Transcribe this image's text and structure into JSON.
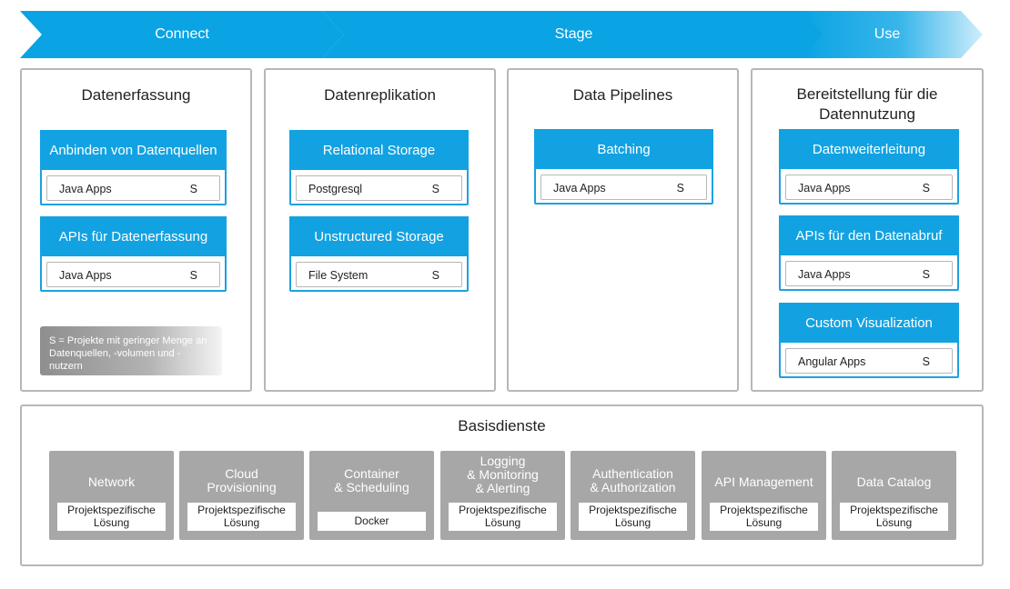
{
  "phases": {
    "connect": "Connect",
    "stage": "Stage",
    "use": "Use"
  },
  "colors": {
    "accent": "#12a2e2",
    "chevron": "#0aa3e3",
    "border": "#b7b7b7",
    "service_gray": "#a7a7a7"
  },
  "panels": {
    "datenerfassung": {
      "title": "Datenerfassung",
      "cards": [
        {
          "header": "Anbinden von Datenquellen",
          "item": "Java Apps",
          "tag": "S"
        },
        {
          "header": "APIs für Datenerfassung",
          "item": "Java Apps",
          "tag": "S"
        }
      ],
      "legend": "S = Projekte mit geringer Menge an Datenquellen, -volumen und -nutzern"
    },
    "datenreplikation": {
      "title": "Datenreplikation",
      "cards": [
        {
          "header": "Relational Storage",
          "item": "Postgresql",
          "tag": "S"
        },
        {
          "header": "Unstructured Storage",
          "item": "File System",
          "tag": "S"
        }
      ]
    },
    "pipelines": {
      "title": "Data Pipelines",
      "cards": [
        {
          "header": "Batching",
          "item": "Java Apps",
          "tag": "S"
        }
      ]
    },
    "bereitstellung": {
      "title_line1": "Bereitstellung für die",
      "title_line2": "Datennutzung",
      "cards": [
        {
          "header": "Datenweiterleitung",
          "item": "Java Apps",
          "tag": "S"
        },
        {
          "header": "APIs für den Datenabruf",
          "item": "Java Apps",
          "tag": "S"
        },
        {
          "header": "Custom Visualization",
          "item": "Angular Apps",
          "tag": "S"
        }
      ]
    }
  },
  "basis": {
    "title": "Basisdienste",
    "services": [
      {
        "title": [
          "Network"
        ],
        "box": [
          "Projektspezifische",
          "Lösung"
        ]
      },
      {
        "title": [
          "Cloud",
          "Provisioning"
        ],
        "box": [
          "Projektspezifische",
          "Lösung"
        ]
      },
      {
        "title": [
          "Container",
          "& Scheduling"
        ],
        "box": [
          "Docker"
        ]
      },
      {
        "title": [
          "Logging",
          "& Monitoring",
          "& Alerting"
        ],
        "box": [
          "Projektspezifische",
          "Lösung"
        ]
      },
      {
        "title": [
          "Authentication",
          "& Authorization"
        ],
        "box": [
          "Projektspezifische",
          "Lösung"
        ]
      },
      {
        "title": [
          "API Management"
        ],
        "box": [
          "Projektspezifische",
          "Lösung"
        ]
      },
      {
        "title": [
          "Data Catalog"
        ],
        "box": [
          "Projektspezifische",
          "Lösung"
        ]
      }
    ]
  }
}
